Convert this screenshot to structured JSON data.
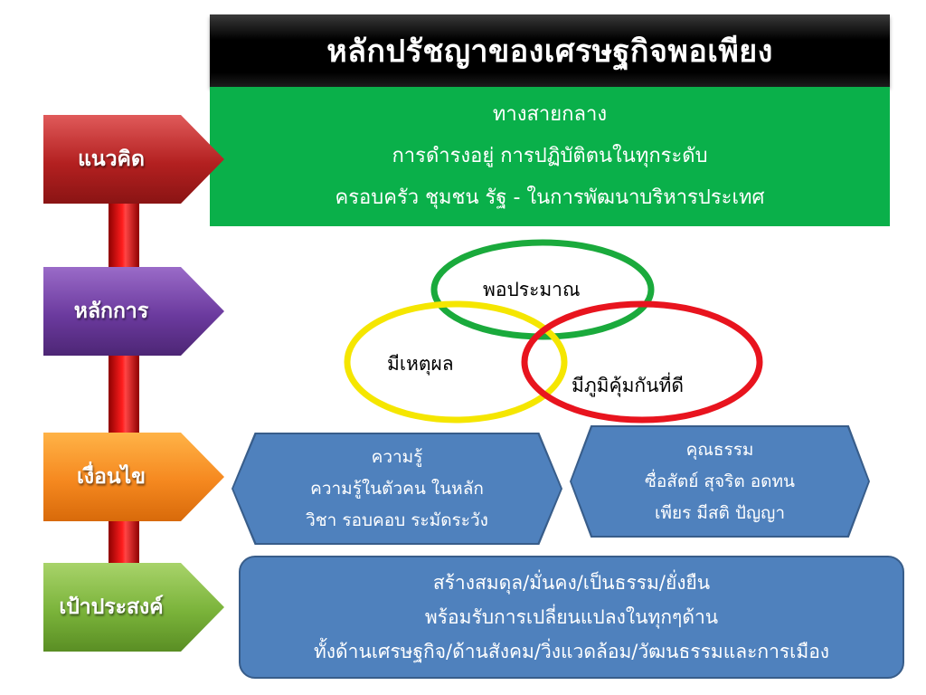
{
  "title": "หลักปรัชญาของเศรษฐกิจพอเพียง",
  "labels": {
    "concept": "แนวคิด",
    "principle": "หลักการ",
    "condition": "เงื่อนไข",
    "goal": "เป้าประสงค์"
  },
  "concept_box": {
    "lines": [
      "ทางสายกลาง",
      "การดำรงอยู่ การปฏิบัติตนในทุกระดับ",
      "ครอบครัว ชุมชน รัฐ - ในการพัฒนาบริหารประเทศ"
    ]
  },
  "venn": {
    "moderation": "พอประมาณ",
    "reasonableness": "มีเหตุผล",
    "immunity": "มีภูมิคุ้มกันที่ดี",
    "colors": {
      "moderation": "#1aaa3c",
      "reasonableness": "#f5e600",
      "immunity": "#e8141e"
    }
  },
  "knowledge_box": {
    "lines": [
      "ความรู้",
      "ความรู้ในตัวคน ในหลัก",
      "วิชา รอบคอบ ระมัดระวัง"
    ]
  },
  "virtue_box": {
    "lines": [
      "คุณธรรม",
      "ซื่อสัตย์ สุจริต อดทน",
      "เพียร มีสติ ปัญญา"
    ]
  },
  "goal_box": {
    "lines": [
      "สร้างสมดุล/มั่นคง/เป็นธรรม/ยั่งยืน",
      "พร้อมรับการเปลี่ยนแปลงในทุกๆด้าน",
      "ทั้งด้านเศรษฐกิจ/ด้านสังคม/วิ่งแวดล้อม/วัฒนธรรมและการเมือง"
    ]
  },
  "colors": {
    "title_bg": "#000000",
    "concept_green": "#0ab04a",
    "box_blue": "#4f81bd",
    "bar_red": "#ff1e1e"
  }
}
